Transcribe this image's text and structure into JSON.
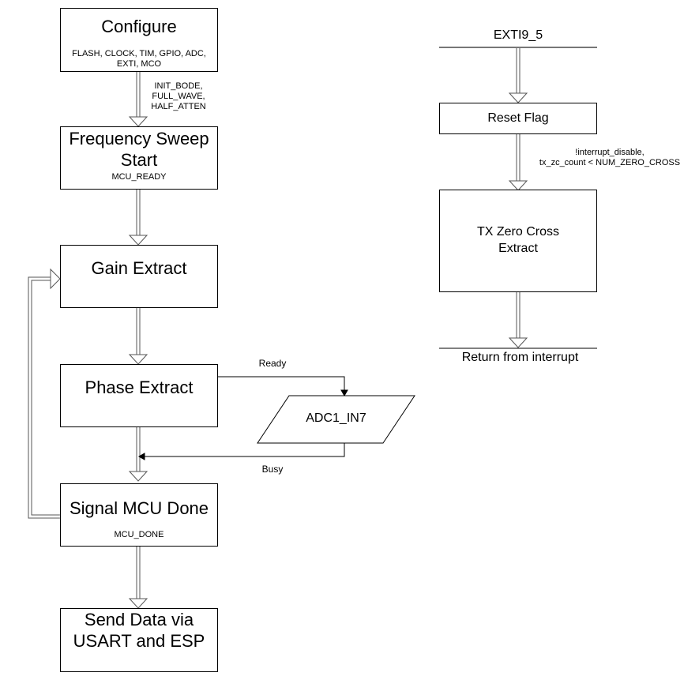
{
  "diagram": {
    "main_flow": {
      "configure": {
        "title": "Configure",
        "subtitle_line1": "FLASH, CLOCK, TIM, GPIO, ADC,",
        "subtitle_line2": "EXTI, MCO"
      },
      "edge_configure_to_sweep": {
        "line1": "INIT_BODE,",
        "line2": "FULL_WAVE,",
        "line3": "HALF_ATTEN"
      },
      "frequency_sweep": {
        "title_line1": "Frequency Sweep",
        "title_line2": "Start",
        "subtitle": "MCU_READY"
      },
      "gain_extract": {
        "title": "Gain Extract"
      },
      "phase_extract": {
        "title": "Phase Extract"
      },
      "adc_input": {
        "title": "ADC1_IN7"
      },
      "edge_ready": {
        "label": "Ready"
      },
      "edge_busy": {
        "label": "Busy"
      },
      "signal_done": {
        "title": "Signal MCU Done",
        "subtitle": "MCU_DONE"
      },
      "send_data": {
        "title_line1": "Send Data via",
        "title_line2": "USART and ESP"
      }
    },
    "interrupt_flow": {
      "start_label": "EXTI9_5",
      "reset_flag": {
        "title": "Reset Flag"
      },
      "edge_condition": {
        "line1": "!interrupt_disable,",
        "line2": "tx_zc_count < NUM_ZERO_CROSS"
      },
      "tx_zero_cross": {
        "title_line1": "TX Zero Cross",
        "title_line2": "Extract"
      },
      "end_label": "Return from interrupt"
    }
  }
}
